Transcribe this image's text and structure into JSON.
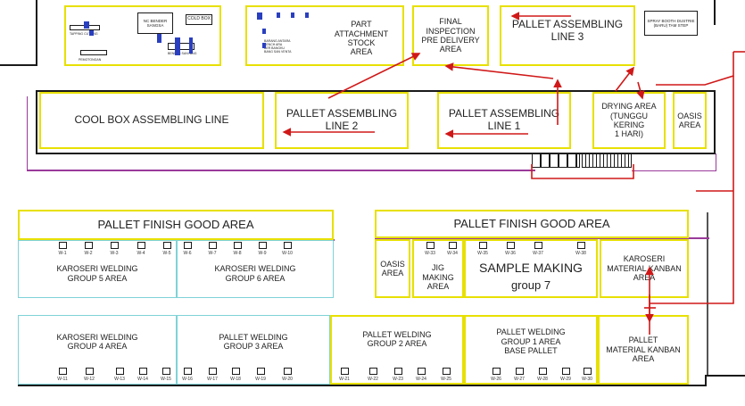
{
  "areas": {
    "tapping_cutting": "TAPPING CUTTING",
    "pemotongan": "PEMOTONGAN",
    "nc_bender": "NC BENDER\nSANGSA",
    "cold_box": "COLD BOX",
    "bender_sanyang": "BENDER SANYANG",
    "stock_note": "BARANG ANTARA\nBENCH ARA\nBER BANGKU\nBANG SAN VENTA",
    "part_attachment": "PART\nATTACHMENT\nSTOCK\nAREA",
    "final_inspection": "FINAL INSPECTION\nPRE DELIVERY\nAREA",
    "pallet_line_3": "PALLET ASSEMBLING\nLINE 3",
    "spray_booth": "SPRAY BOOTH DUSTRIE\n(BARU) TAM STEP",
    "cool_box_line": "COOL BOX ASSEMBLING LINE",
    "pallet_line_2": "PALLET ASSEMBLING\nLINE 2",
    "pallet_line_1": "PALLET ASSEMBLING\nLINE 1",
    "drying_area": "DRYING AREA\n(TUNGGU KERING\n1 HARI)",
    "oasis_top": "OASIS\nAREA",
    "finish_good_left": "PALLET FINISH GOOD AREA",
    "finish_good_right": "PALLET FINISH GOOD AREA",
    "karoseri_group5": "KAROSERI WELDING\nGROUP 5 AREA",
    "karoseri_group6": "KAROSERI WELDING\nGROUP 6 AREA",
    "oasis_mid": "OASIS\nAREA",
    "jig_making": "JIG\nMAKING\nAREA",
    "sample_making_title": "SAMPLE MAKING",
    "sample_making_group": "group 7",
    "karoseri_kanban": "KAROSERI\nMATERIAL KANBAN\nAREA",
    "karoseri_group4": "KAROSERI WELDING\nGROUP 4 AREA",
    "pallet_group3": "PALLET WELDING\nGROUP 3 AREA",
    "pallet_group2": "PALLET WELDING\nGROUP 2 AREA",
    "pallet_group1": "PALLET WELDING\nGROUP 1 AREA\nBASE PALLET",
    "pallet_kanban": "PALLET\nMATERIAL KANBAN\nAREA"
  },
  "stations": {
    "row_upper_left": [
      "W-1",
      "W-2",
      "W-3",
      "W-4",
      "W-5",
      "W-6",
      "W-7",
      "W-8",
      "W-9",
      "W-10"
    ],
    "row_upper_right": [
      "W-33",
      "W-34",
      "W-35",
      "W-36",
      "W-37",
      "W-38"
    ],
    "row_lower": [
      "W-11",
      "W-12",
      "W-13",
      "W-14",
      "W-15",
      "W-16",
      "W-17",
      "W-18",
      "W-19",
      "W-20",
      "W-21",
      "W-22",
      "W-23",
      "W-24",
      "W-25",
      "W-26",
      "W-27",
      "W-28",
      "W-29",
      "W-30"
    ]
  },
  "colors": {
    "area_border": "#e8e000",
    "welding_border": "#7fd3d8",
    "flow_arrow": "#d01818",
    "wall": "#1a1a1a",
    "purple_line": "#9a3a9a"
  }
}
